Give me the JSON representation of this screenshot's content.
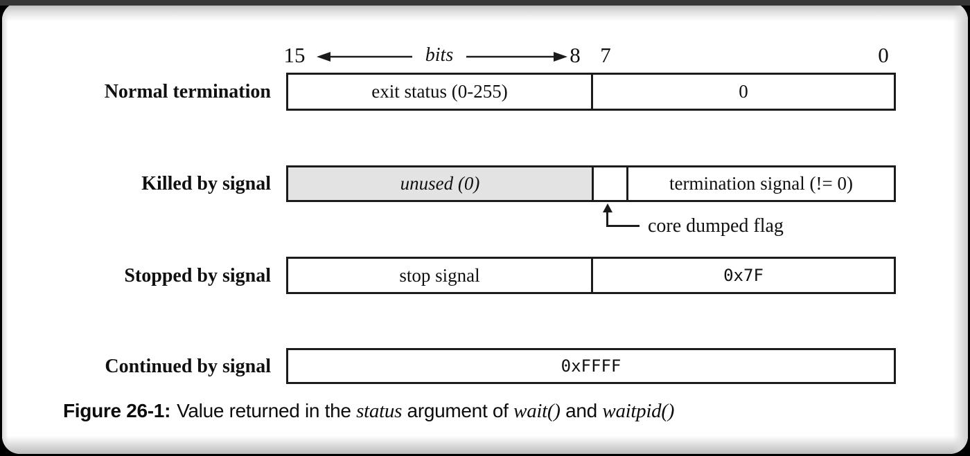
{
  "figure": {
    "scale": {
      "bit15": "15",
      "bits_word": "bits",
      "bit8": "8",
      "bit7": "7",
      "bit0": "0"
    },
    "rows": [
      {
        "label": "Normal termination",
        "cells": [
          {
            "text": "exit status (0-255)"
          },
          {
            "text": "0"
          }
        ]
      },
      {
        "label": "Killed by signal",
        "cells": [
          {
            "text": "unused (0)"
          },
          {
            "text": ""
          },
          {
            "text": "termination signal (!= 0)"
          }
        ]
      },
      {
        "label": "Stopped by signal",
        "cells": [
          {
            "text": "stop signal"
          },
          {
            "text": "0x7F"
          }
        ]
      },
      {
        "label": "Continued by signal",
        "cells": [
          {
            "text": "0xFFFF"
          }
        ]
      }
    ],
    "annotation": {
      "label": "core dumped flag"
    },
    "caption": {
      "prefix": "Figure 26-1:",
      "part1": "Value returned in the ",
      "italic1": "status",
      "part2": " argument of ",
      "italic2": "wait()",
      "part3": " and ",
      "italic3": "waitpid()"
    }
  },
  "colors": {
    "page_background": "#000000",
    "card_background": "#ffffff",
    "top_bar": "#353535",
    "box_border": "#1b1b1b",
    "shaded_cell": "#e3e3e3"
  }
}
